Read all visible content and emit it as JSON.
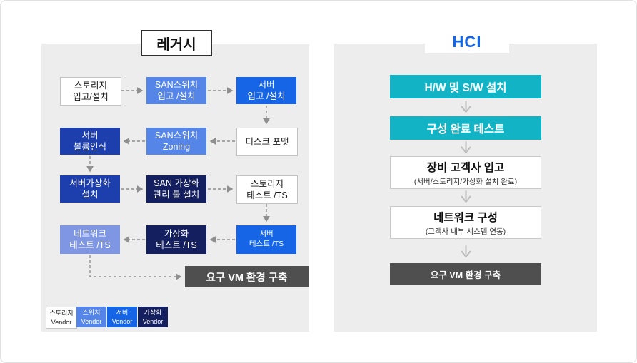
{
  "colors": {
    "panel_bg": "#ededed",
    "blue_bright": "#1565e6",
    "blue_mid": "#5585e6",
    "blue_deep": "#1d3fae",
    "navy": "#141f5f",
    "periwinkle": "#7f97e2",
    "teal": "#12b3c4",
    "dark_gray": "#4f4f4f",
    "hci_title_blue": "#1266e8",
    "arrow_gray": "#8f8f8f"
  },
  "legacy": {
    "title": "레거시",
    "boxes": {
      "storage_install": {
        "line1": "스토리지",
        "line2": "입고/설치"
      },
      "san_switch_install": {
        "line1": "SAN스위치",
        "line2": "입고 /설치"
      },
      "server_install": {
        "line1": "서버",
        "line2": "입고 /설치"
      },
      "server_volume": {
        "line1": "서버",
        "line2": "볼륨인식"
      },
      "san_zoning": {
        "line1": "SAN스위치",
        "line2": "Zoning"
      },
      "disk_format": {
        "line1": "디스크 포맷",
        "line2": ""
      },
      "server_virt_install": {
        "line1": "서버가상화",
        "line2": "설치"
      },
      "san_virt_tool": {
        "line1": "SAN 가상화",
        "line2": "관리 툴 설치"
      },
      "storage_test": {
        "line1": "스토리지",
        "line2": "테스트 /TS"
      },
      "network_test": {
        "line1": "네트워크",
        "line2": "테스트 /TS"
      },
      "virt_test": {
        "line1": "가상화",
        "line2": "테스트 /TS"
      },
      "server_test": {
        "line1": "서버",
        "line2": "테스트 /TS"
      },
      "goal": "요구 VM 환경 구축"
    },
    "legend": [
      {
        "line1": "스토리지",
        "line2": "Vendor"
      },
      {
        "line1": "스위치",
        "line2": "Vendor"
      },
      {
        "line1": "서버",
        "line2": "Vendor"
      },
      {
        "line1": "가상화",
        "line2": "Vendor"
      }
    ]
  },
  "hci": {
    "title": "HCI",
    "steps": [
      {
        "label": "H/W 및 S/W 설치",
        "sub": ""
      },
      {
        "label": "구성 완료 테스트",
        "sub": ""
      },
      {
        "label": "장비 고객사 입고",
        "sub": "(서버/스토리지/가상화 설치 완료)"
      },
      {
        "label": "네트워크 구성",
        "sub": "(고객사 내부 시스템 연동)"
      },
      {
        "label": "요구 VM 환경 구축",
        "sub": ""
      }
    ]
  }
}
